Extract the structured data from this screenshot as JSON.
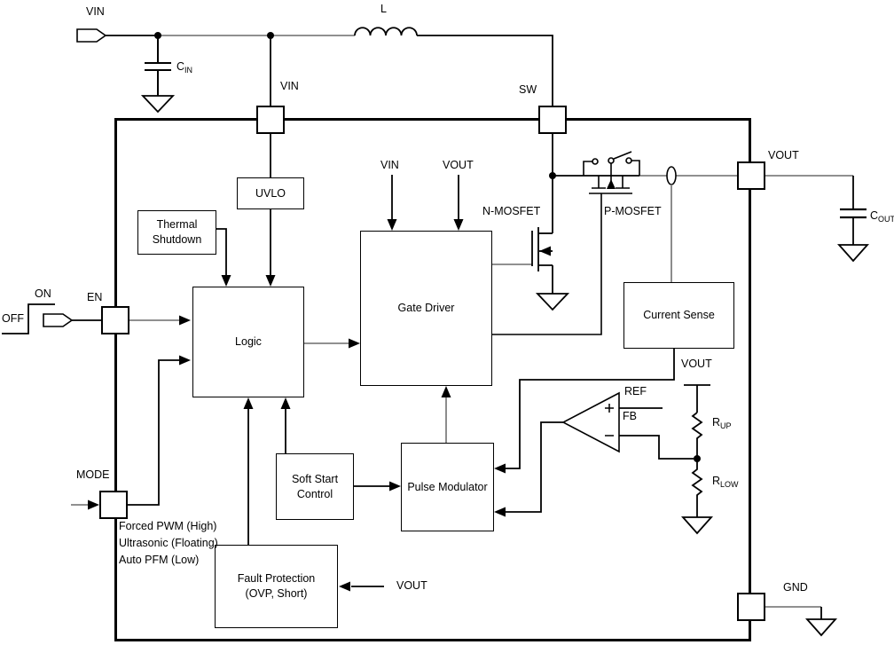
{
  "colors": {
    "stroke": "#000000",
    "wire_gray": "#808080"
  },
  "external": {
    "vin_label": "VIN",
    "cin": {
      "base": "C",
      "sub": "IN"
    },
    "inductor_label": "L",
    "cout": {
      "base": "C",
      "sub": "OUT"
    },
    "on_label": "ON",
    "off_label": "OFF"
  },
  "pins": {
    "vin": "VIN",
    "sw": "SW",
    "vout": "VOUT",
    "gnd": "GND",
    "en": "EN",
    "mode": "MODE"
  },
  "blocks": {
    "uvlo": {
      "label": "UVLO"
    },
    "thermal_shutdown": {
      "line1": "Thermal",
      "line2": "Shutdown"
    },
    "logic": {
      "label": "Logic"
    },
    "gate_driver": {
      "label": "Gate Driver"
    },
    "current_sense": {
      "label": "Current Sense"
    },
    "soft_start": {
      "line1": "Soft Start",
      "line2": "Control"
    },
    "pulse_modulator": {
      "label": "Pulse Modulator"
    },
    "fault_protection": {
      "line1": "Fault Protection",
      "line2": "(OVP, Short)"
    }
  },
  "transistors": {
    "nmos": "N-MOSFET",
    "pmos": "P-MOSFET"
  },
  "signals": {
    "gate_driver_vin": "VIN",
    "gate_driver_vout": "VOUT",
    "divider_vout": "VOUT",
    "fault_vout": "VOUT",
    "ref": "REF",
    "fb": "FB"
  },
  "resistors": {
    "rup": {
      "base": "R",
      "sub": "UP"
    },
    "rlow": {
      "base": "R",
      "sub": "LOW"
    }
  },
  "mode_options": [
    "Forced PWM (High)",
    "Ultrasonic (Floating)",
    "Auto PFM (Low)"
  ]
}
